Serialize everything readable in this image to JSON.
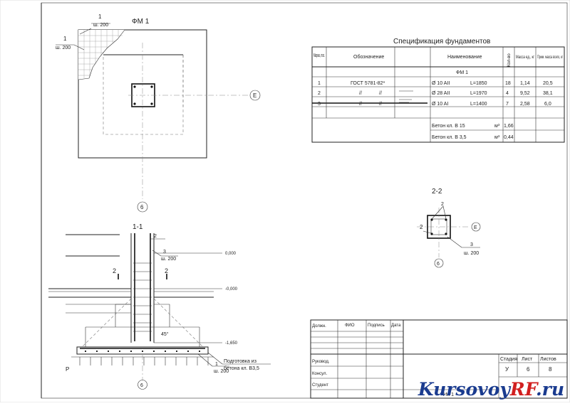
{
  "plan": {
    "title": "ФМ 1",
    "callout_top_num": "1",
    "callout_top_text": "ш. 200",
    "callout_left_num": "1",
    "callout_left_text": "ш. 200",
    "axis_e": "Е",
    "axis_g": "6"
  },
  "section_11": {
    "title": "1-1",
    "label_2": "2",
    "label_3": "3",
    "label_3_text": "ш. 200",
    "cut_left": "2",
    "cut_right": "2",
    "lvl_1": "0,000",
    "lvl_2": "-0,000",
    "lvl_3": "-1,650",
    "angle": "45°",
    "prep_line1": "Подготовка из",
    "prep_line2": "бетона кл. В3,5",
    "label_1": "1",
    "label_1_text": "ш. 200",
    "p_label": "Р",
    "axis_g": "6"
  },
  "section_22": {
    "title": "2-2",
    "label_2_top": "2",
    "label_2_left": "2",
    "label_3": "3",
    "label_3_text": "ш. 200",
    "axis_e": "Е",
    "axis_g": "6"
  },
  "spec": {
    "title": "Спецификация фундаментов",
    "headers": {
      "mark": "Марка, поз.",
      "designation": "Обозначение",
      "name": "Наименование",
      "qty": "Кол-во",
      "mass": "Масса ед., кг",
      "note": "Прим. масса всего, кг"
    },
    "group": "ФМ 1",
    "rows": [
      {
        "pos": "1",
        "des1": "ГОСТ 5781-82*",
        "des2": "",
        "dia": "Ø 10 AII",
        "len": "L=1850",
        "qty": "18",
        "mass": "1,14",
        "total": "20,5"
      },
      {
        "pos": "2",
        "des1": "//",
        "des2": "//",
        "dia": "Ø 28 AII",
        "len": "L=1970",
        "qty": "4",
        "mass": "9,52",
        "total": "38,1"
      },
      {
        "pos": "3",
        "des1": "//",
        "des2": "//",
        "dia": "Ø 10 AI",
        "len": "L=1400",
        "qty": "7",
        "mass": "2,58",
        "total": "6,0"
      }
    ],
    "concrete": [
      {
        "name": "Бетон кл. В 15",
        "unit": "м³",
        "value": "1,66"
      },
      {
        "name": "Бетон кл. В 3,5",
        "unit": "м³",
        "value": "0,44"
      }
    ]
  },
  "stamp": {
    "col_position": "Должн.",
    "col_name": "ФИО",
    "col_sign": "Подпись",
    "col_date": "Дата",
    "rows": [
      "Руковод.",
      "Консул.",
      "Студент"
    ],
    "stage_label": "Стадия",
    "sheet_label": "Лист",
    "sheets_label": "Листов",
    "stage": "У",
    "sheet": "6",
    "sheets": "8",
    "bottom_label": "ФМ 1"
  },
  "watermark": {
    "part1": "Kursovoy",
    "part2": "RF",
    "part3": ".ru"
  }
}
